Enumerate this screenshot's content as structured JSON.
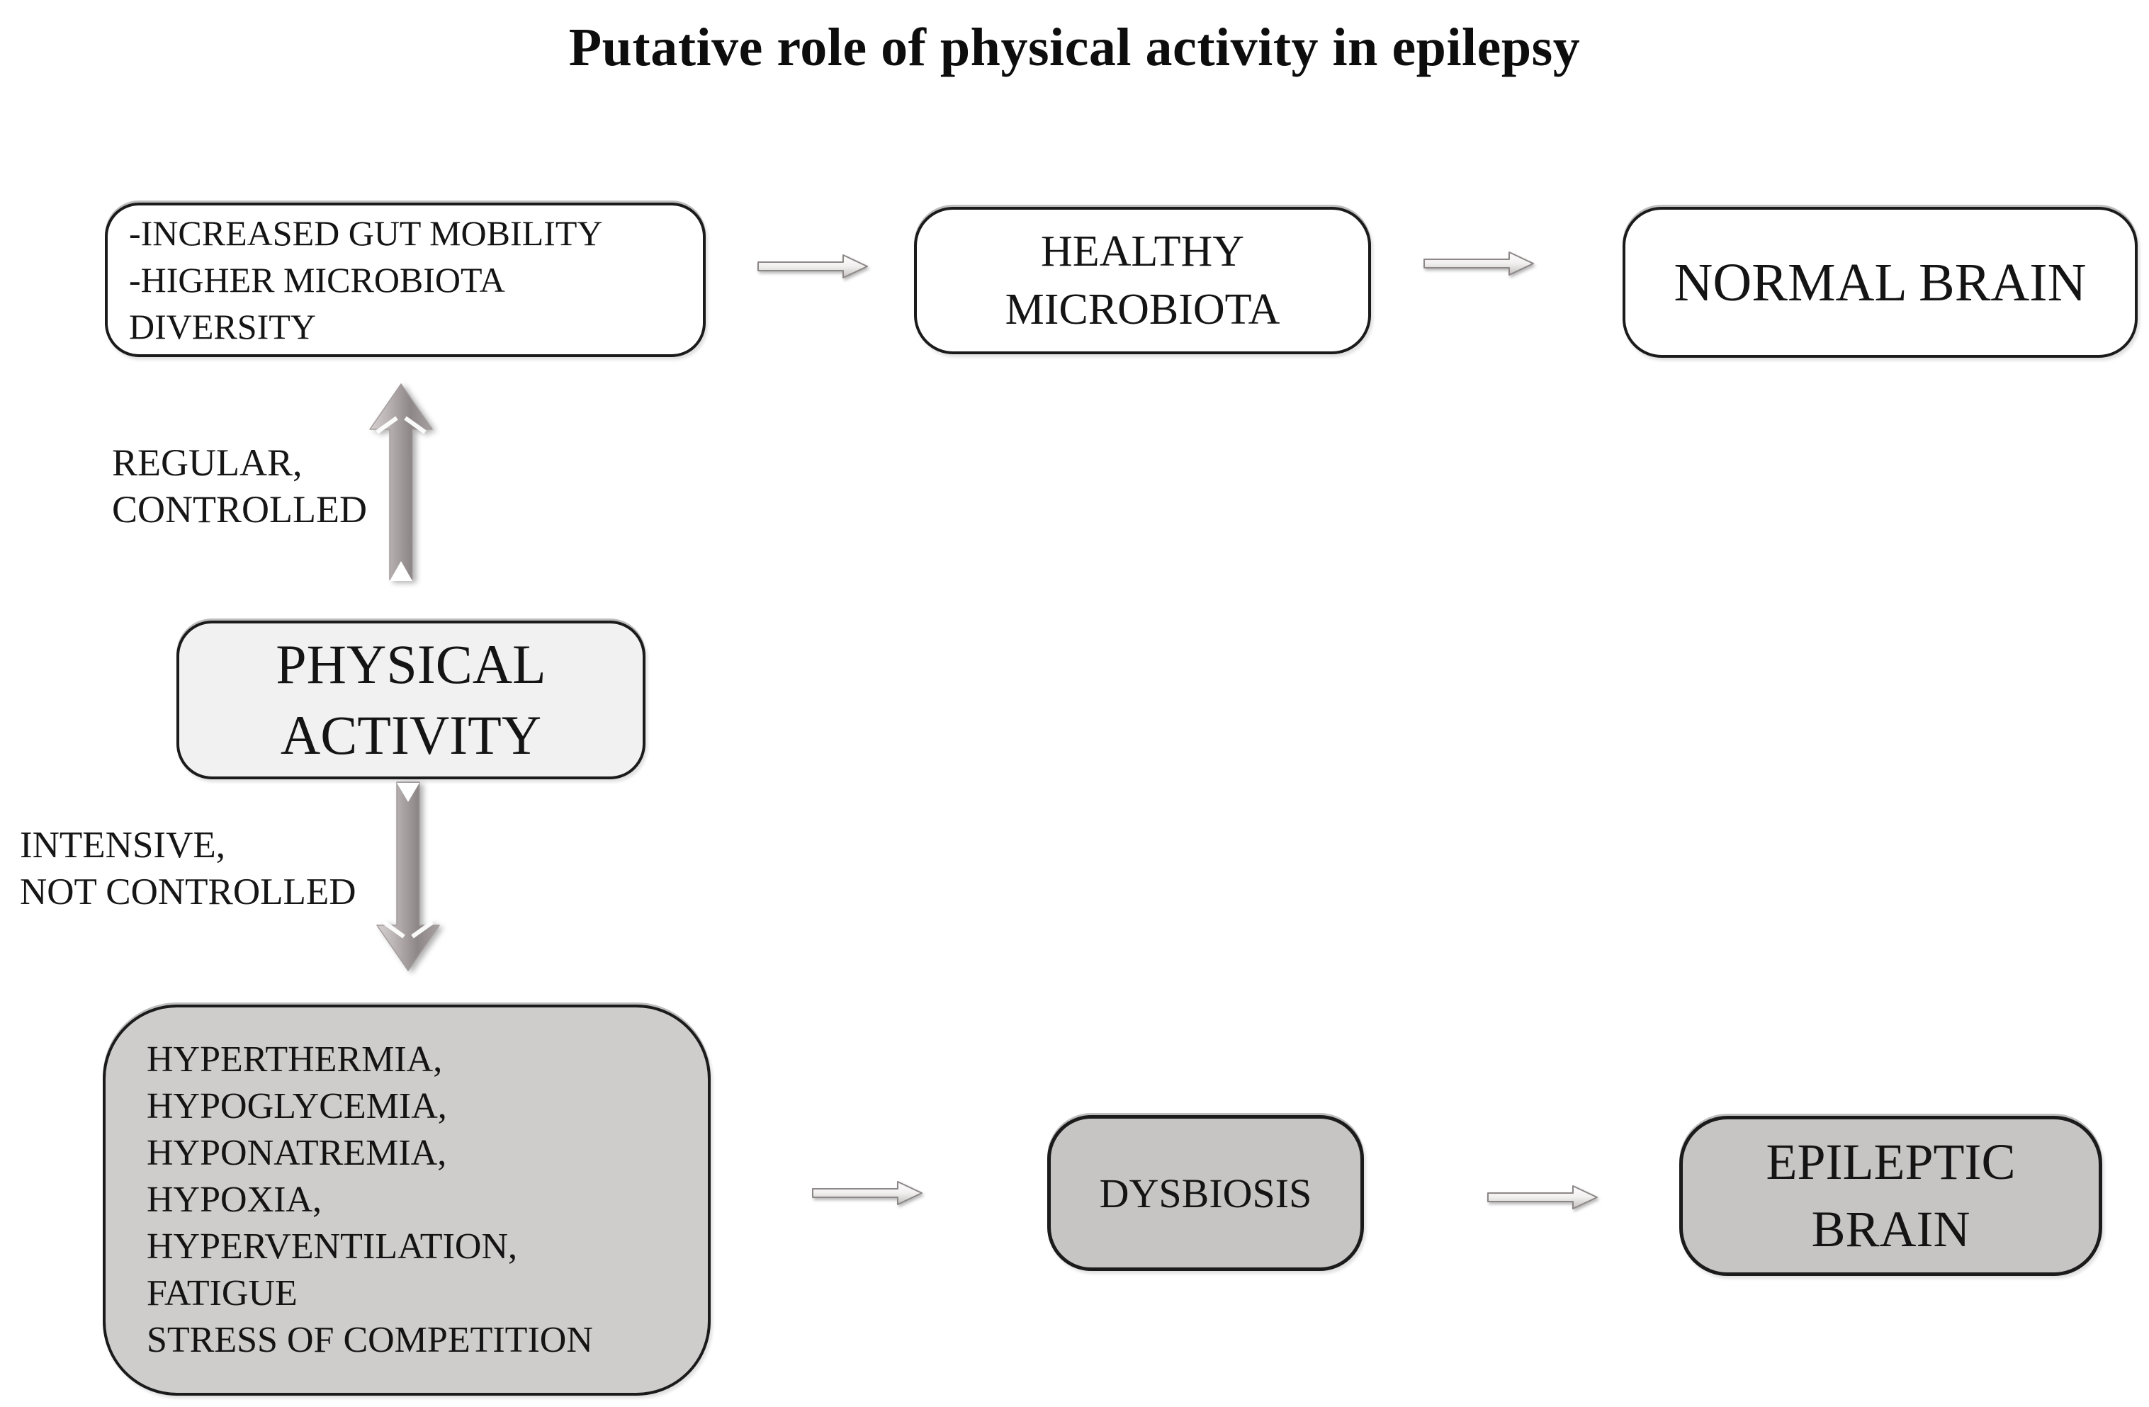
{
  "title": "Putative role of physical activity in epilepsy",
  "boxes": {
    "gut_benefits": {
      "lines": [
        "-INCREASED GUT MOBILITY",
        "-HIGHER MICROBIOTA",
        "DIVERSITY"
      ],
      "fill": "#ffffff"
    },
    "healthy_microbiota": {
      "lines": [
        "HEALTHY",
        "MICROBIOTA"
      ],
      "fill": "#ffffff"
    },
    "normal_brain": {
      "lines": [
        "NORMAL BRAIN"
      ],
      "fill": "#ffffff"
    },
    "physical_activity": {
      "lines": [
        "PHYSICAL",
        "ACTIVITY"
      ],
      "fill": "#f2f1f1"
    },
    "adverse_effects": {
      "lines": [
        "HYPERTHERMIA,",
        "HYPOGLYCEMIA,",
        "HYPONATREMIA,",
        "HYPOXIA,",
        "HYPERVENTILATION,",
        "FATIGUE",
        "STRESS OF COMPETITION"
      ],
      "fill": "#cfcccc"
    },
    "dysbiosis": {
      "lines": [
        "DYSBIOSIS"
      ],
      "fill": "#c7c4c4"
    },
    "epileptic_brain": {
      "lines": [
        "EPILEPTIC",
        "BRAIN"
      ],
      "fill": "#c7c4c4"
    }
  },
  "edge_labels": {
    "regular": {
      "lines": [
        "REGULAR,",
        "CONTROLLED"
      ]
    },
    "intensive": {
      "lines": [
        "INTENSIVE,",
        "NOT CONTROLLED"
      ]
    }
  },
  "arrows": [
    {
      "from": "physical_activity",
      "to": "gut_benefits",
      "direction": "up",
      "label": "REGULAR, CONTROLLED"
    },
    {
      "from": "gut_benefits",
      "to": "healthy_microbiota",
      "direction": "right"
    },
    {
      "from": "healthy_microbiota",
      "to": "normal_brain",
      "direction": "right"
    },
    {
      "from": "physical_activity",
      "to": "adverse_effects",
      "direction": "down",
      "label": "INTENSIVE, NOT CONTROLLED"
    },
    {
      "from": "adverse_effects",
      "to": "dysbiosis",
      "direction": "right"
    },
    {
      "from": "dysbiosis",
      "to": "epileptic_brain",
      "direction": "right"
    }
  ],
  "colors": {
    "background": "#ffffff",
    "box_border": "#1b1b1b",
    "text": "#141414",
    "white_box_fill": "#ffffff",
    "physical_activity_fill": "#f2f1f1",
    "adverse_effects_fill": "#cfcccc",
    "gray_box_fill": "#c7c4c4",
    "vertical_arrow_gray": "#8e8787",
    "horizontal_arrow_fill": "#f1eeee"
  }
}
